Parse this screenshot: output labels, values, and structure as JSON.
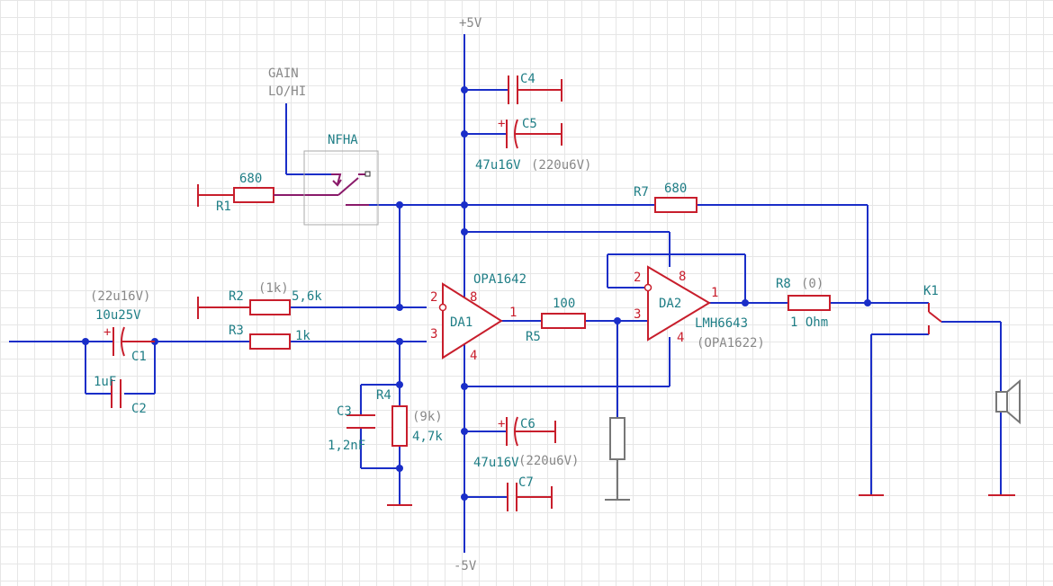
{
  "rails": {
    "pos": "+5V",
    "neg": "-5V"
  },
  "gain_switch": {
    "label_line1": "GAIN",
    "label_line2": "LO/HI",
    "ref": "NFHA"
  },
  "resistors": {
    "R1": {
      "ref": "R1",
      "value": "680"
    },
    "R2": {
      "ref": "R2",
      "value": "5,6k",
      "alt": "(1k)"
    },
    "R3": {
      "ref": "R3",
      "value": "1k"
    },
    "R4": {
      "ref": "R4",
      "value": "4,7k",
      "alt": "(9k)"
    },
    "R5": {
      "ref": "R5",
      "value": "100"
    },
    "R7": {
      "ref": "R7",
      "value": "680"
    },
    "R8": {
      "ref": "R8",
      "value": "1 Ohm",
      "alt": "(0)"
    }
  },
  "capacitors": {
    "C1": {
      "ref": "C1",
      "value": "10u25V",
      "alt": "(22u16V)"
    },
    "C2": {
      "ref": "C2",
      "value": "1uF"
    },
    "C3": {
      "ref": "C3",
      "value": "1,2nF"
    },
    "C4": {
      "ref": "C4"
    },
    "C5": {
      "ref": "C5",
      "value": "47u16V",
      "alt": "(220u6V)"
    },
    "C6": {
      "ref": "C6",
      "value": "47u16V",
      "alt": "(220u6V)"
    },
    "C7": {
      "ref": "C7"
    },
    "polarity": "+"
  },
  "opamps": {
    "DA1": {
      "ref": "DA1",
      "part": "OPA1642",
      "pins": {
        "in_neg": "2",
        "in_pos": "3",
        "vpos": "8",
        "vneg": "4",
        "out": "1"
      }
    },
    "DA2": {
      "ref": "DA2",
      "part": "LMH6643",
      "alt": "(OPA1622)",
      "pins": {
        "in_neg": "2",
        "in_pos": "3",
        "vpos": "8",
        "vneg": "4",
        "out": "1"
      }
    }
  },
  "relay": {
    "ref": "K1"
  },
  "icons": [
    "speaker-icon",
    "ground-symbol",
    "opamp-triangle",
    "switch-contact"
  ],
  "colors": {
    "wire": "#1a2ec8",
    "component": "#c81e2c",
    "label": "#1f7e86",
    "switch": "#8a1a6a",
    "alt_value": "#888888",
    "grid": "#e6e6e6"
  }
}
